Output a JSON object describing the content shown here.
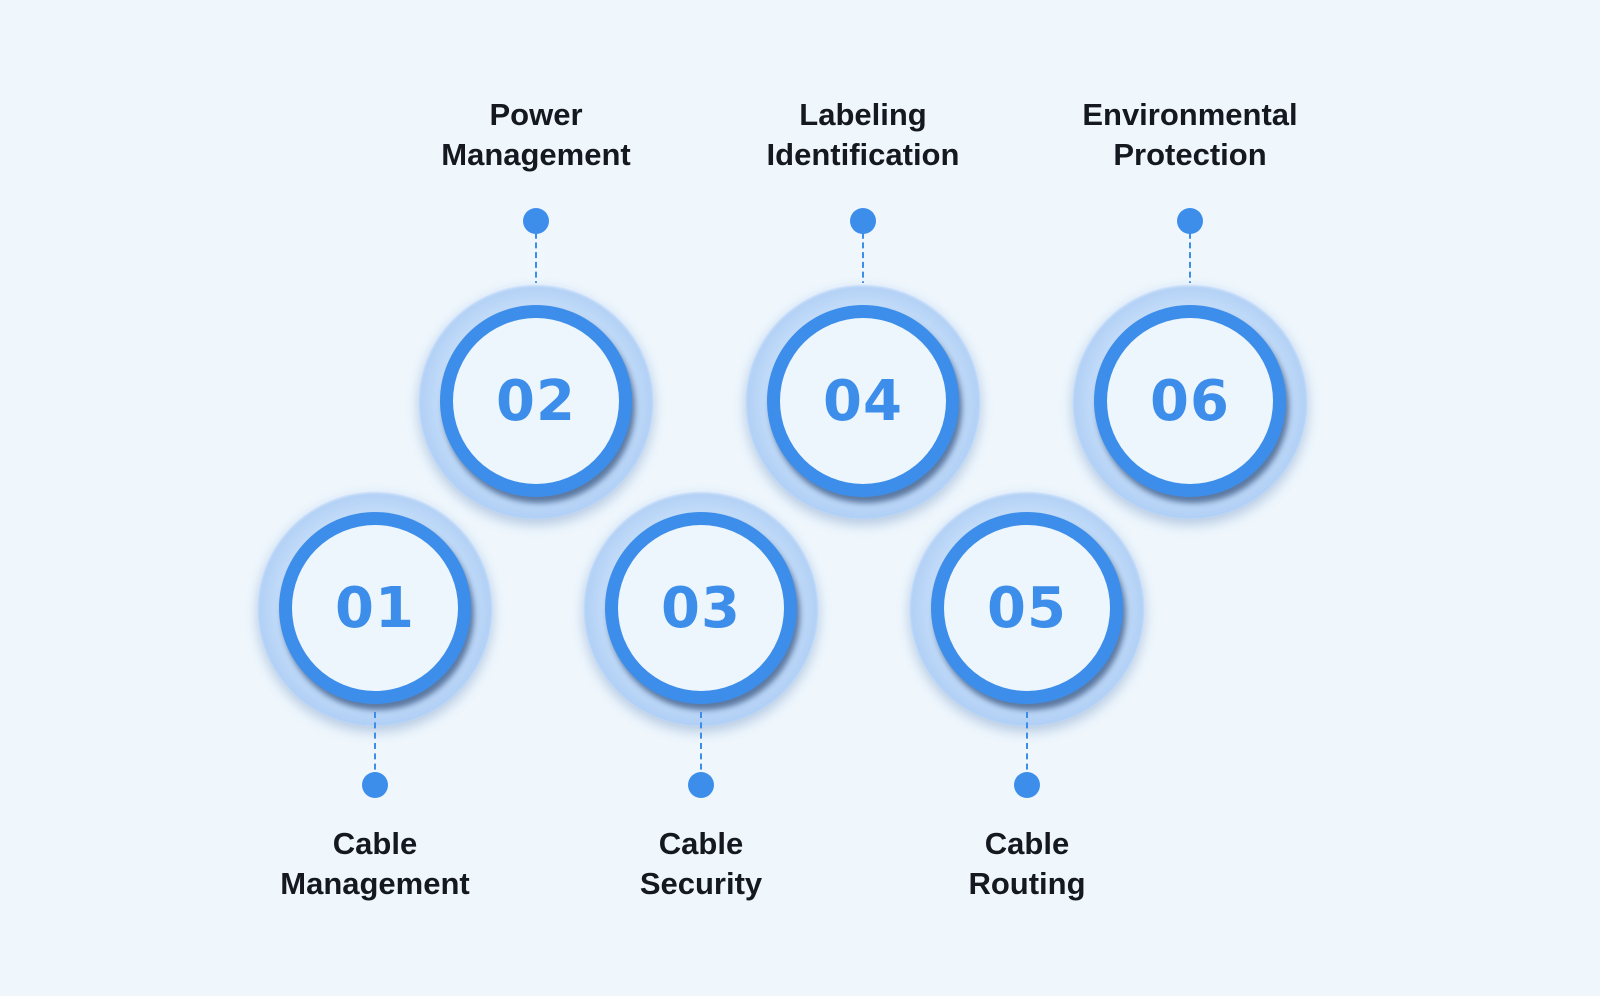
{
  "steps": [
    {
      "number": "01",
      "label_line1": "Cable",
      "label_line2": "Management",
      "position": "bottom"
    },
    {
      "number": "02",
      "label_line1": "Power",
      "label_line2": "Management",
      "position": "top"
    },
    {
      "number": "03",
      "label_line1": "Cable",
      "label_line2": "Security",
      "position": "bottom"
    },
    {
      "number": "04",
      "label_line1": "Labeling",
      "label_line2": "Identification",
      "position": "top"
    },
    {
      "number": "05",
      "label_line1": "Cable",
      "label_line2": "Routing",
      "position": "bottom"
    },
    {
      "number": "06",
      "label_line1": "Environmental",
      "label_line2": "Protection",
      "position": "top"
    }
  ],
  "colors": {
    "accent": "#3d8eea",
    "background": "#eff7fd",
    "text": "#151821"
  }
}
